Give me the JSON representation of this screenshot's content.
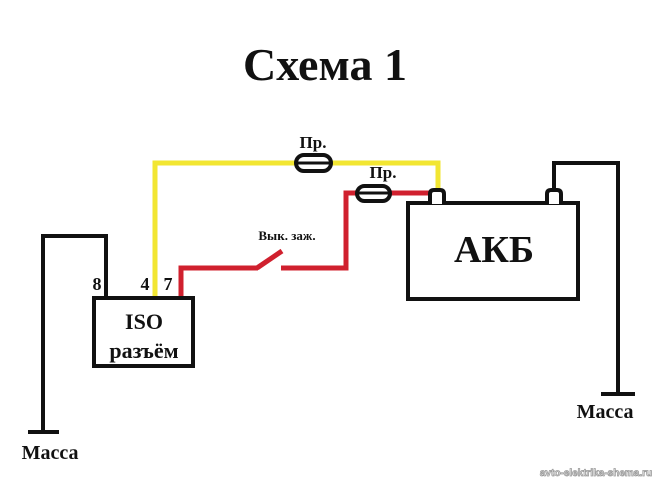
{
  "title": "Схема 1",
  "colors": {
    "background": "#ffffff",
    "outline": "#111111",
    "yellow_wire": "#f2e632",
    "red_wire": "#d0202e"
  },
  "components": {
    "iso_connector": {
      "line1": "ISO",
      "line2": "разъём",
      "pins": [
        "8",
        "4",
        "7"
      ]
    },
    "battery": {
      "label": "АКБ"
    },
    "fuse_yellow": {
      "label": "Пр."
    },
    "fuse_red": {
      "label": "Пр."
    },
    "ignition_switch": {
      "label": "Вык. заж."
    },
    "ground_left": {
      "label": "Масса"
    },
    "ground_right": {
      "label": "Масса"
    }
  },
  "connections": [
    {
      "from": "ISO pin 4",
      "to": "АКБ +",
      "via": "fuse (Пр.)",
      "color": "yellow"
    },
    {
      "from": "ISO pin 7",
      "to": "АКБ +",
      "via": "ignition switch (Вык. заж.) and fuse (Пр.)",
      "color": "red"
    },
    {
      "from": "ISO pin 8",
      "to": "Масса",
      "color": "black"
    },
    {
      "from": "АКБ −",
      "to": "Масса",
      "color": "black"
    }
  ],
  "watermark": "avto-elektrika-shema.ru"
}
